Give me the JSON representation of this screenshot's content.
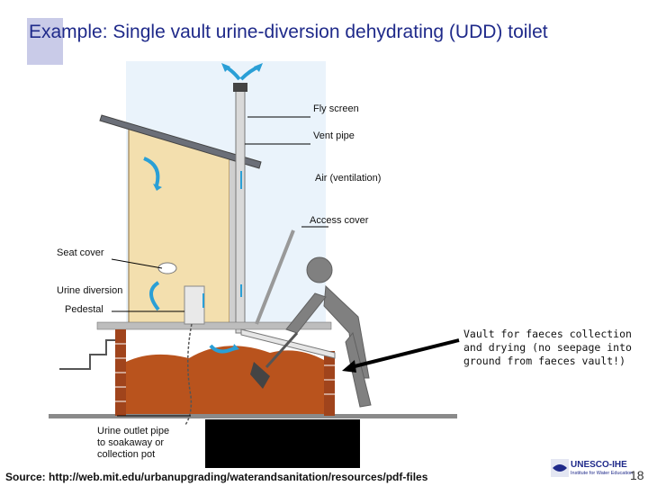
{
  "title": "Example: Single vault urine-diversion dehydrating (UDD) toilet",
  "labels": {
    "fly_screen": "Fly screen",
    "vent_pipe": "Vent pipe",
    "air": "Air (ventilation)",
    "access_cover": "Access cover",
    "seat_cover": "Seat cover",
    "urine_diversion": "Urine diversion",
    "pedestal": "Pedestal",
    "urine_outlet_1": "Urine outlet pipe",
    "urine_outlet_2": "to soakaway or",
    "urine_outlet_3": "collection pot"
  },
  "callout": "Vault for faeces collection\nand drying (no seepage into\nground from faeces vault!)",
  "source": "Source: http://web.mit.edu/urbanupgrading/waterandsanitation/resources/pdf-files",
  "logo": {
    "name": "UNESCO-IHE",
    "subtitle": "Institute for Water Education"
  },
  "page_number": "18",
  "colors": {
    "title": "#1f2a8a",
    "arrows": "#2a9fd6",
    "faeces": "#b9531d",
    "brick": "#a0441c",
    "wall": "#f3dfae",
    "sky": "#eaf3fb"
  }
}
